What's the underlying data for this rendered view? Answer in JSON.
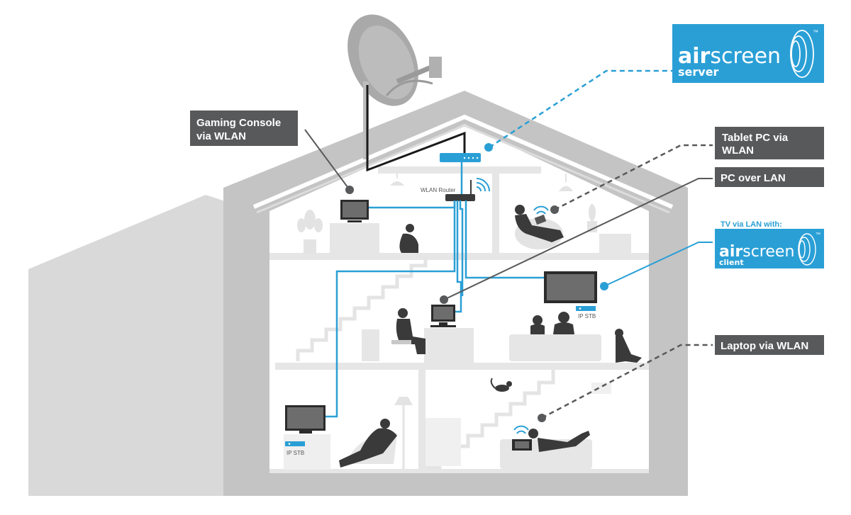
{
  "labels": {
    "gaming": [
      "Gaming Console",
      "via WLAN"
    ],
    "tablet": [
      "Tablet PC via",
      "WLAN"
    ],
    "pc": "PC over LAN",
    "tv_caption": "TV via LAN with:",
    "laptop": "Laptop via WLAN"
  },
  "brand_server": {
    "air": "air",
    "screen": "screen",
    "sub": "server",
    "tm": "™"
  },
  "brand_client": {
    "air": "air",
    "screen": "screen",
    "sub": "client",
    "tm": "™"
  },
  "devices": {
    "router": "WLAN Router",
    "stb_living": "IP STB",
    "stb_basement": "IP STB"
  },
  "colors": {
    "accent": "#2a9fd6",
    "label_bg": "#58595b",
    "house": "#c8c8c8",
    "house_light": "#e6e6e6",
    "furniture": "#e9e9e9",
    "cable_dark": "#1a1a1a"
  }
}
